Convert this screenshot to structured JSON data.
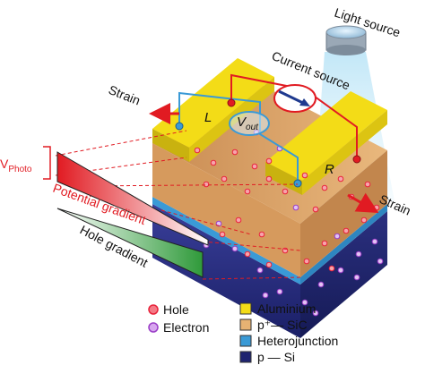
{
  "labels": {
    "light_source": "Light source",
    "current_source": "Current source",
    "strain_left": "Strain",
    "strain_right": "Strain",
    "electrode_l": "L",
    "electrode_r": "R",
    "v_out_main": "V",
    "v_out_sub": "out",
    "v_photo_main": "V",
    "v_photo_sub": "Photo",
    "potential_gradient": "Potential gradient",
    "hole_gradient": "Hole gradient"
  },
  "legend": {
    "particles": [
      {
        "label": "Hole",
        "color": "#e8233b"
      },
      {
        "label": "Electron",
        "color": "#9a3ec7"
      }
    ],
    "layers": [
      {
        "label": "Aluminium",
        "color": "#f3dc17"
      },
      {
        "label": "p⁺— SiC",
        "color": "#e6b273"
      },
      {
        "label": "Heterojunction",
        "color": "#3a9ad6"
      },
      {
        "label": "p — Si",
        "color": "#1f2470"
      }
    ]
  },
  "colors": {
    "aluminium": "#f3dc17",
    "sic": "#e6b273",
    "heterojunction": "#3a9ad6",
    "si": "#1f2470",
    "hole": "#e8233b",
    "electron": "#9a3ec7",
    "wire_red": "#e11b22",
    "wire_blue": "#3a9ad6"
  }
}
